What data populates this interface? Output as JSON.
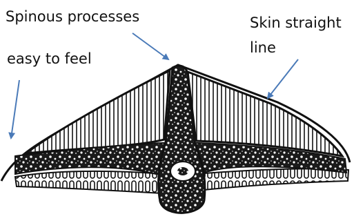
{
  "labels": {
    "spinous": "Spinous processes",
    "feel": "easy to feel",
    "skin_line1": "Skin straight",
    "skin_line2": "line"
  },
  "colors": {
    "arrow": "#4a7ab8",
    "ink": "#111111",
    "background": "#ffffff"
  }
}
